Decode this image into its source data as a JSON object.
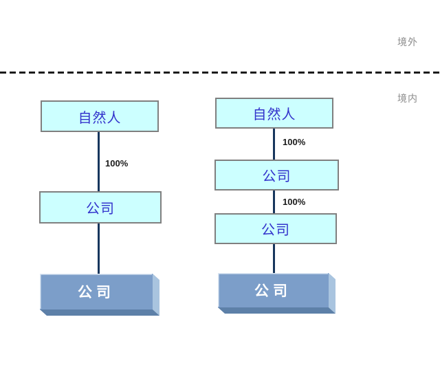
{
  "diagram": {
    "region_labels": {
      "offshore": "境外",
      "onshore": "境内"
    },
    "columns": [
      {
        "name": "structure-1",
        "nodes": [
          {
            "label": "自然人",
            "type": "flat"
          },
          {
            "label": "公司",
            "type": "flat"
          },
          {
            "label": "公司",
            "type": "cube3d"
          }
        ],
        "edge_labels": [
          "100%"
        ]
      },
      {
        "name": "structure-2",
        "nodes": [
          {
            "label": "自然人",
            "type": "flat"
          },
          {
            "label": "公司",
            "type": "flat"
          },
          {
            "label": "公司",
            "type": "flat"
          },
          {
            "label": "公司",
            "type": "cube3d"
          }
        ],
        "edge_labels": [
          "100%",
          "100%"
        ]
      }
    ],
    "colors": {
      "flat_box_fill": "#CCFFFF",
      "flat_box_border": "#7F7F7F",
      "flat_box_text": "#3333CC",
      "connector": "#17365D",
      "ownership_text": "#1A1A1A",
      "cube_front": "#7C9EC9",
      "cube_side": "#A9C4DF",
      "cube_bottom": "#5D80A8",
      "cube_highlight": "#DCE7F3",
      "cube_text": "#FFFFFF",
      "divider": "#1A1A1A",
      "region_text": "#8C8C8C"
    }
  }
}
